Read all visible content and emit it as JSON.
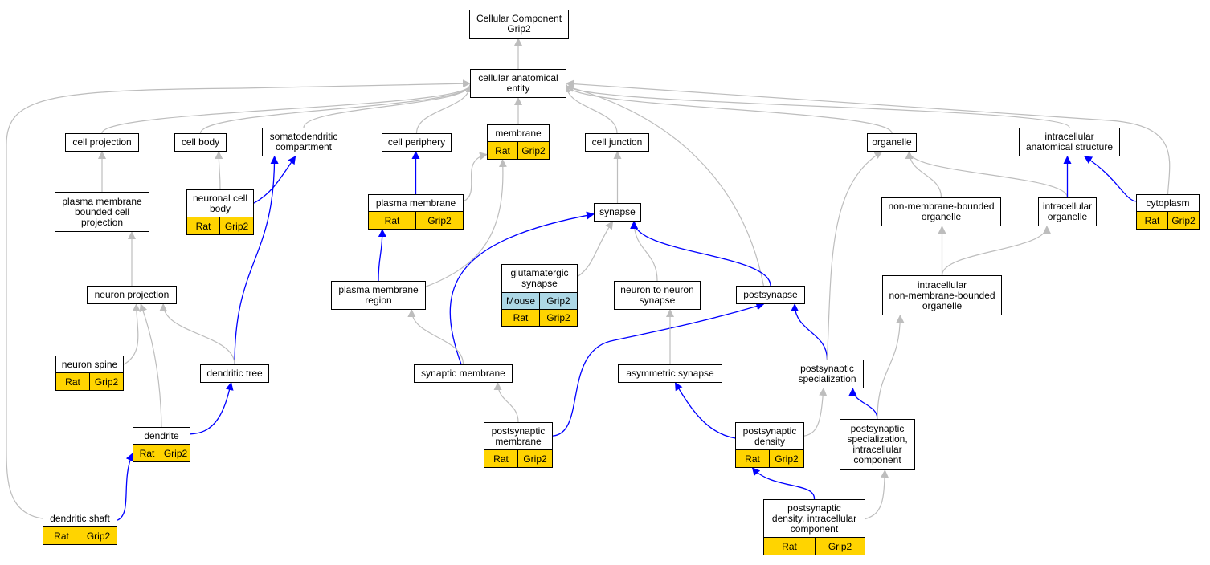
{
  "colors": {
    "is_a_edge": "#bdbdbd",
    "part_of_edge": "#0000ff",
    "rat_tag": "#ffd400",
    "mouse_tag": "#add8e6"
  },
  "nodes": [
    {
      "id": "root",
      "label": "Cellular Component\nGrip2",
      "tags": []
    },
    {
      "id": "cae",
      "label": "cellular anatomical\nentity",
      "tags": []
    },
    {
      "id": "cellproj",
      "label": "cell projection",
      "tags": []
    },
    {
      "id": "cellbody",
      "label": "cell body",
      "tags": []
    },
    {
      "id": "somato",
      "label": "somatodendritic\ncompartment",
      "tags": []
    },
    {
      "id": "periph",
      "label": "cell periphery",
      "tags": []
    },
    {
      "id": "membrane",
      "label": "membrane",
      "tags": [
        [
          "Rat",
          "Grip2"
        ]
      ]
    },
    {
      "id": "celljunc",
      "label": "cell junction",
      "tags": []
    },
    {
      "id": "organelle",
      "label": "organelle",
      "tags": []
    },
    {
      "id": "intraanat",
      "label": "intracellular\nanatomical structure",
      "tags": []
    },
    {
      "id": "pmbcp",
      "label": "plasma membrane\nbounded cell\nprojection",
      "tags": []
    },
    {
      "id": "ncbody",
      "label": "neuronal cell\nbody",
      "tags": [
        [
          "Rat",
          "Grip2"
        ]
      ]
    },
    {
      "id": "pm",
      "label": "plasma membrane",
      "tags": [
        [
          "Rat",
          "Grip2"
        ]
      ]
    },
    {
      "id": "synapse",
      "label": "synapse",
      "tags": []
    },
    {
      "id": "nmbo",
      "label": "non-membrane-bounded\norganelle",
      "tags": []
    },
    {
      "id": "intraorg",
      "label": "intracellular\norganelle",
      "tags": []
    },
    {
      "id": "cytoplasm",
      "label": "cytoplasm",
      "tags": [
        [
          "Rat",
          "Grip2"
        ]
      ]
    },
    {
      "id": "neuronproj",
      "label": "neuron projection",
      "tags": []
    },
    {
      "id": "pmregion",
      "label": "plasma membrane\nregion",
      "tags": []
    },
    {
      "id": "glutsyn",
      "label": "glutamatergic\nsynapse",
      "tags": [
        [
          "Mouse",
          "Grip2"
        ],
        [
          "Rat",
          "Grip2"
        ]
      ]
    },
    {
      "id": "n2n",
      "label": "neuron to neuron\nsynapse",
      "tags": []
    },
    {
      "id": "postsyn",
      "label": "postsynapse",
      "tags": []
    },
    {
      "id": "inmbo",
      "label": "intracellular\nnon-membrane-bounded\norganelle",
      "tags": []
    },
    {
      "id": "spine",
      "label": "neuron spine",
      "tags": [
        [
          "Rat",
          "Grip2"
        ]
      ]
    },
    {
      "id": "dendtree",
      "label": "dendritic tree",
      "tags": []
    },
    {
      "id": "synmem",
      "label": "synaptic membrane",
      "tags": []
    },
    {
      "id": "asym",
      "label": "asymmetric synapse",
      "tags": []
    },
    {
      "id": "pss",
      "label": "postsynaptic\nspecialization",
      "tags": []
    },
    {
      "id": "dendrite",
      "label": "dendrite",
      "tags": [
        [
          "Rat",
          "Grip2"
        ]
      ]
    },
    {
      "id": "psm",
      "label": "postsynaptic\nmembrane",
      "tags": [
        [
          "Rat",
          "Grip2"
        ]
      ]
    },
    {
      "id": "psd",
      "label": "postsynaptic\ndensity",
      "tags": [
        [
          "Rat",
          "Grip2"
        ]
      ]
    },
    {
      "id": "pssic",
      "label": "postsynaptic\nspecialization,\nintracellular\ncomponent",
      "tags": []
    },
    {
      "id": "shaft",
      "label": "dendritic shaft",
      "tags": [
        [
          "Rat",
          "Grip2"
        ]
      ]
    },
    {
      "id": "psdic",
      "label": "postsynaptic\ndensity, intracellular\ncomponent",
      "tags": [
        [
          "Rat",
          "Grip2"
        ]
      ]
    }
  ],
  "edges": [
    {
      "from": "cae",
      "to": "root",
      "type": "is_a"
    },
    {
      "from": "cellproj",
      "to": "cae",
      "type": "is_a"
    },
    {
      "from": "cellbody",
      "to": "cae",
      "type": "is_a"
    },
    {
      "from": "somato",
      "to": "cae",
      "type": "is_a"
    },
    {
      "from": "periph",
      "to": "cae",
      "type": "is_a"
    },
    {
      "from": "membrane",
      "to": "cae",
      "type": "is_a"
    },
    {
      "from": "celljunc",
      "to": "cae",
      "type": "is_a"
    },
    {
      "from": "organelle",
      "to": "cae",
      "type": "is_a"
    },
    {
      "from": "intraanat",
      "to": "cae",
      "type": "is_a"
    },
    {
      "from": "cytoplasm",
      "to": "cae",
      "type": "is_a"
    },
    {
      "from": "postsyn",
      "to": "cae",
      "type": "is_a"
    },
    {
      "from": "shaft",
      "to": "cae",
      "type": "is_a"
    },
    {
      "from": "pmbcp",
      "to": "cellproj",
      "type": "is_a"
    },
    {
      "from": "ncbody",
      "to": "cellbody",
      "type": "is_a"
    },
    {
      "from": "ncbody",
      "to": "somato",
      "type": "part_of"
    },
    {
      "from": "dendtree",
      "to": "somato",
      "type": "part_of"
    },
    {
      "from": "pm",
      "to": "periph",
      "type": "part_of"
    },
    {
      "from": "pm",
      "to": "membrane",
      "type": "is_a"
    },
    {
      "from": "pmregion",
      "to": "membrane",
      "type": "is_a"
    },
    {
      "from": "pmregion",
      "to": "pm",
      "type": "part_of"
    },
    {
      "from": "synapse",
      "to": "celljunc",
      "type": "is_a"
    },
    {
      "from": "synmem",
      "to": "synapse",
      "type": "part_of"
    },
    {
      "from": "glutsyn",
      "to": "synapse",
      "type": "is_a"
    },
    {
      "from": "n2n",
      "to": "synapse",
      "type": "is_a"
    },
    {
      "from": "postsyn",
      "to": "synapse",
      "type": "part_of"
    },
    {
      "from": "neuronproj",
      "to": "pmbcp",
      "type": "is_a"
    },
    {
      "from": "spine",
      "to": "neuronproj",
      "type": "is_a"
    },
    {
      "from": "dendtree",
      "to": "neuronproj",
      "type": "is_a"
    },
    {
      "from": "dendrite",
      "to": "neuronproj",
      "type": "is_a"
    },
    {
      "from": "dendrite",
      "to": "dendtree",
      "type": "part_of"
    },
    {
      "from": "shaft",
      "to": "dendrite",
      "type": "part_of"
    },
    {
      "from": "synmem",
      "to": "pmregion",
      "type": "is_a"
    },
    {
      "from": "psm",
      "to": "synmem",
      "type": "is_a"
    },
    {
      "from": "psm",
      "to": "postsyn",
      "type": "part_of"
    },
    {
      "from": "asym",
      "to": "n2n",
      "type": "is_a"
    },
    {
      "from": "psd",
      "to": "asym",
      "type": "part_of"
    },
    {
      "from": "psd",
      "to": "pss",
      "type": "is_a"
    },
    {
      "from": "psdic",
      "to": "psd",
      "type": "part_of"
    },
    {
      "from": "psdic",
      "to": "pssic",
      "type": "is_a"
    },
    {
      "from": "pss",
      "to": "postsyn",
      "type": "part_of"
    },
    {
      "from": "pss",
      "to": "organelle",
      "type": "is_a"
    },
    {
      "from": "pssic",
      "to": "pss",
      "type": "part_of"
    },
    {
      "from": "pssic",
      "to": "inmbo",
      "type": "is_a"
    },
    {
      "from": "nmbo",
      "to": "organelle",
      "type": "is_a"
    },
    {
      "from": "intraorg",
      "to": "organelle",
      "type": "is_a"
    },
    {
      "from": "intraorg",
      "to": "intraanat",
      "type": "part_of"
    },
    {
      "from": "cytoplasm",
      "to": "intraanat",
      "type": "part_of"
    },
    {
      "from": "inmbo",
      "to": "nmbo",
      "type": "is_a"
    },
    {
      "from": "inmbo",
      "to": "intraorg",
      "type": "is_a"
    }
  ]
}
